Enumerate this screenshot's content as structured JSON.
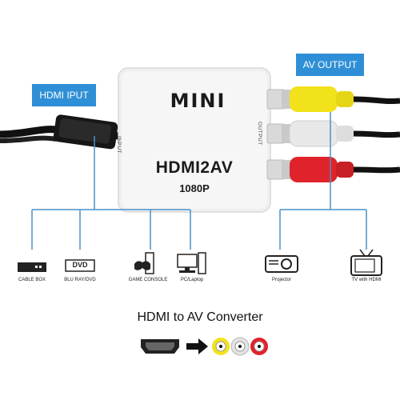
{
  "labels": {
    "hdmi_input_tag": "HDMI IPUT",
    "av_output_tag": "AV OUTPUT",
    "brand": "MINI",
    "model": "HDMI2AV",
    "resolution": "1080P",
    "input_port": "INPUT",
    "output_port": "OUTPUT"
  },
  "devices": {
    "cable_box": "CABLE BOX",
    "blu_ray": "BLU RAY/DVD",
    "dvd_badge": "DVD",
    "game_console": "GAME CONSOLE",
    "pc_laptop": "PC/Laptop",
    "projector": "Projector",
    "tv": "TV with HDMI"
  },
  "footer": {
    "title": "HDMI to AV Converter"
  },
  "colors": {
    "tag_bg": "#2f8fd6",
    "connector_line": "#4a90c8",
    "rca_yellow": "#f2e21b",
    "rca_white": "#e8e8e8",
    "rca_red": "#e0232b",
    "box_body": "#f0f0f0"
  },
  "icons": [
    "hdmi-cable-icon",
    "rca-yellow-plug-icon",
    "rca-white-plug-icon",
    "rca-red-plug-icon",
    "cable-box-icon",
    "dvd-player-icon",
    "game-console-icon",
    "pc-laptop-icon",
    "projector-icon",
    "tv-icon",
    "hdmi-port-icon",
    "arrow-right-icon",
    "rca-port-yellow-icon",
    "rca-port-white-icon",
    "rca-port-red-icon"
  ]
}
